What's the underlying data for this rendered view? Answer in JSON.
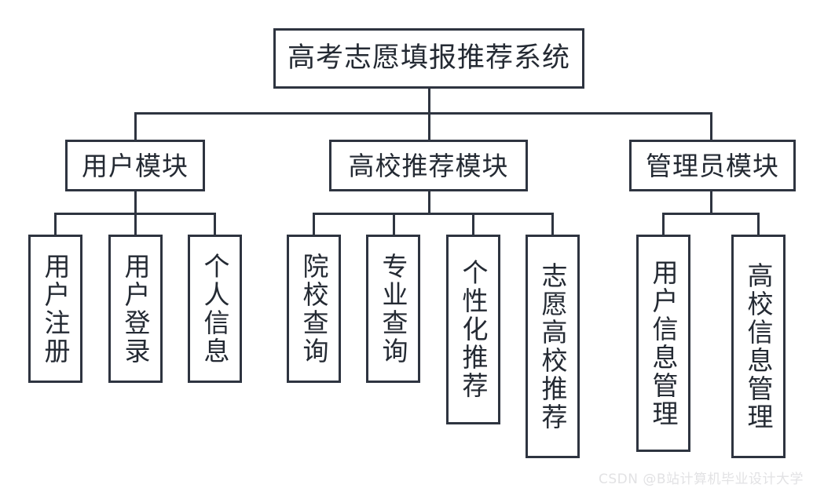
{
  "diagram": {
    "type": "tree-hierarchy",
    "title": "高考志愿填报推荐系统",
    "root": {
      "label": "高考志愿填报推荐系统"
    },
    "branches": [
      {
        "label": "用户模块",
        "children": [
          {
            "label": "用户注册"
          },
          {
            "label": "用户登录"
          },
          {
            "label": "个人信息"
          }
        ]
      },
      {
        "label": "高校推荐模块",
        "children": [
          {
            "label": "院校查询"
          },
          {
            "label": "专业查询"
          },
          {
            "label": "个性化推荐"
          },
          {
            "label": "志愿高校推荐"
          }
        ]
      },
      {
        "label": "管理员模块",
        "children": [
          {
            "label": "用户信息管理"
          },
          {
            "label": "高校信息管理"
          }
        ]
      }
    ]
  },
  "watermark": {
    "text": "CSDN @B站计算机毕业设计大学"
  },
  "colors": {
    "border": "#2e3440",
    "text": "#242a33",
    "background": "#ffffff",
    "watermark": "#e2e2e4"
  }
}
